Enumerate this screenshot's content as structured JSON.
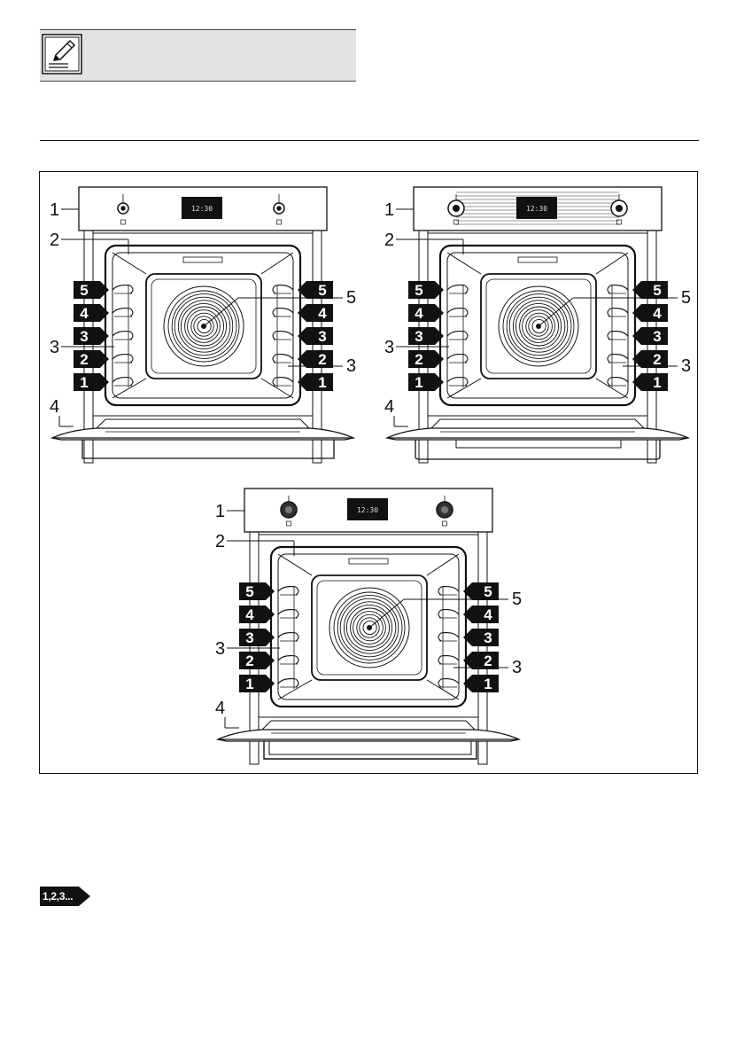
{
  "figure": {
    "ovens": [
      {
        "name": "oven-a",
        "display_text": "12:30",
        "callouts": {
          "control_panel": "1",
          "cavity": "2",
          "rack": "3",
          "door": "4",
          "fan": "5"
        },
        "levels_left": [
          "5",
          "4",
          "3",
          "2",
          "1"
        ],
        "levels_right": [
          "5",
          "4",
          "3",
          "2",
          "1"
        ]
      },
      {
        "name": "oven-b",
        "display_text": "12:30",
        "callouts": {
          "control_panel": "1",
          "cavity": "2",
          "rack": "3",
          "door": "4",
          "fan": "5"
        },
        "levels_left": [
          "5",
          "4",
          "3",
          "2",
          "1"
        ],
        "levels_right": [
          "5",
          "4",
          "3",
          "2",
          "1"
        ]
      },
      {
        "name": "oven-c",
        "display_text": "12:30",
        "callouts": {
          "control_panel": "1",
          "cavity": "2",
          "rack": "3",
          "door": "4",
          "fan": "5"
        },
        "levels_left": [
          "5",
          "4",
          "3",
          "2",
          "1"
        ],
        "levels_right": [
          "5",
          "4",
          "3",
          "2",
          "1"
        ]
      }
    ]
  },
  "step_badge": {
    "label": "1,2,3..."
  },
  "icons": {
    "note": "pencil-note-icon",
    "steps": "step-arrow-icon"
  }
}
